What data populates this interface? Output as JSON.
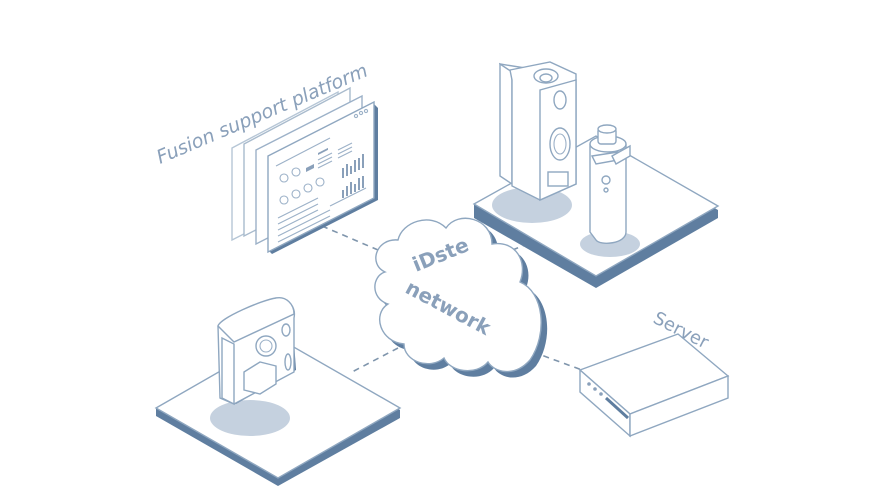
{
  "labels": {
    "platform": "Fusion support platform",
    "cloud_line1": "iDste",
    "cloud_line2": "network",
    "server": "Server"
  },
  "colors": {
    "line": "#8fa7c0",
    "accent": "#5f7ea0",
    "spot": "#c5d1df",
    "text": "#8aa0ba"
  }
}
